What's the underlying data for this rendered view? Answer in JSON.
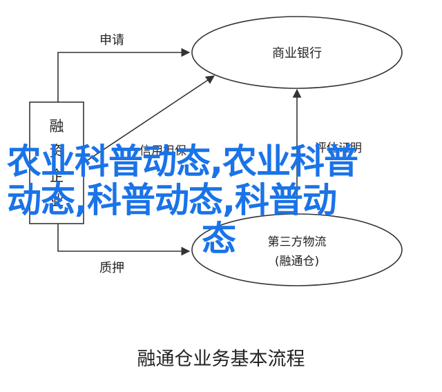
{
  "diagram": {
    "nodes": {
      "applicant": "融资企业",
      "bank": "商业银行",
      "logistics_line1": "第三方物流",
      "logistics_line2": "(融通仓)"
    },
    "edges": {
      "apply": "申请",
      "credit_guarantee": "信用担保",
      "evaluation_proof": "评估证明",
      "pledge": "质押"
    },
    "caption": "融通仓业务基本流程"
  },
  "overlay": {
    "line1": "农业科普动态,农业科普",
    "line2": "动态,科普动态,科普动",
    "line3": "态"
  },
  "colors": {
    "stroke": "#333333",
    "overlay": "#1a73e8"
  }
}
